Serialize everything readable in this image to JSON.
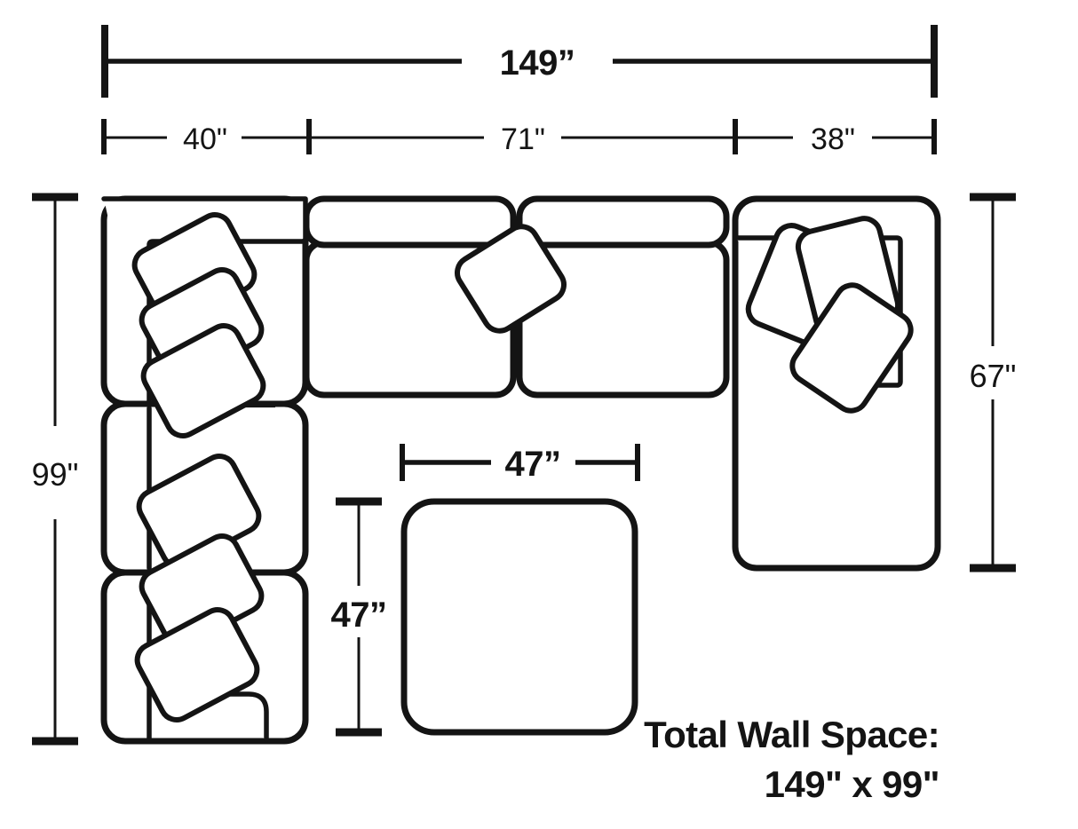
{
  "diagram": {
    "title_line1": "Total Wall Space:",
    "title_line2": "149\" x 99\"",
    "unit": "inches"
  },
  "dimensions": {
    "overall_width": "149”",
    "overall_depth": "99\"",
    "segment_left": "40\"",
    "segment_middle": "71\"",
    "segment_right": "38\"",
    "right_depth": "67\"",
    "ottoman_width": "47”",
    "ottoman_depth": "47”"
  },
  "chart_data": {
    "type": "diagram",
    "title": "Total Wall Space: 149\" x 99\"",
    "subject": "sectional-sofa-floorplan",
    "units": "inches",
    "overall": {
      "width": 149,
      "depth": 99
    },
    "width_segments": [
      {
        "label": "40\"",
        "value": 40,
        "part": "left-corner-module"
      },
      {
        "label": "71\"",
        "value": 71,
        "part": "two-seat-run"
      },
      {
        "label": "38\"",
        "value": 38,
        "part": "right-chaise"
      }
    ],
    "depth_dimensions": [
      {
        "label": "99\"",
        "value": 99,
        "side": "left",
        "part": "left-arm-run"
      },
      {
        "label": "67\"",
        "value": 67,
        "side": "right",
        "part": "right-chaise"
      }
    ],
    "ottoman": {
      "width": 47,
      "depth": 47,
      "label_width": "47”",
      "label_depth": "47”"
    },
    "pillow_counts": {
      "left_run": 6,
      "center": 1,
      "right_chaise": 3
    }
  },
  "pieces": [
    {
      "name": "left-corner-module",
      "label": "40\""
    },
    {
      "name": "left-middle-module",
      "label": ""
    },
    {
      "name": "left-bottom-module",
      "label": ""
    },
    {
      "name": "center-seat-left",
      "label": ""
    },
    {
      "name": "center-seat-right",
      "label": ""
    },
    {
      "name": "right-chaise",
      "label": "38\""
    },
    {
      "name": "ottoman",
      "label": "47”"
    }
  ]
}
